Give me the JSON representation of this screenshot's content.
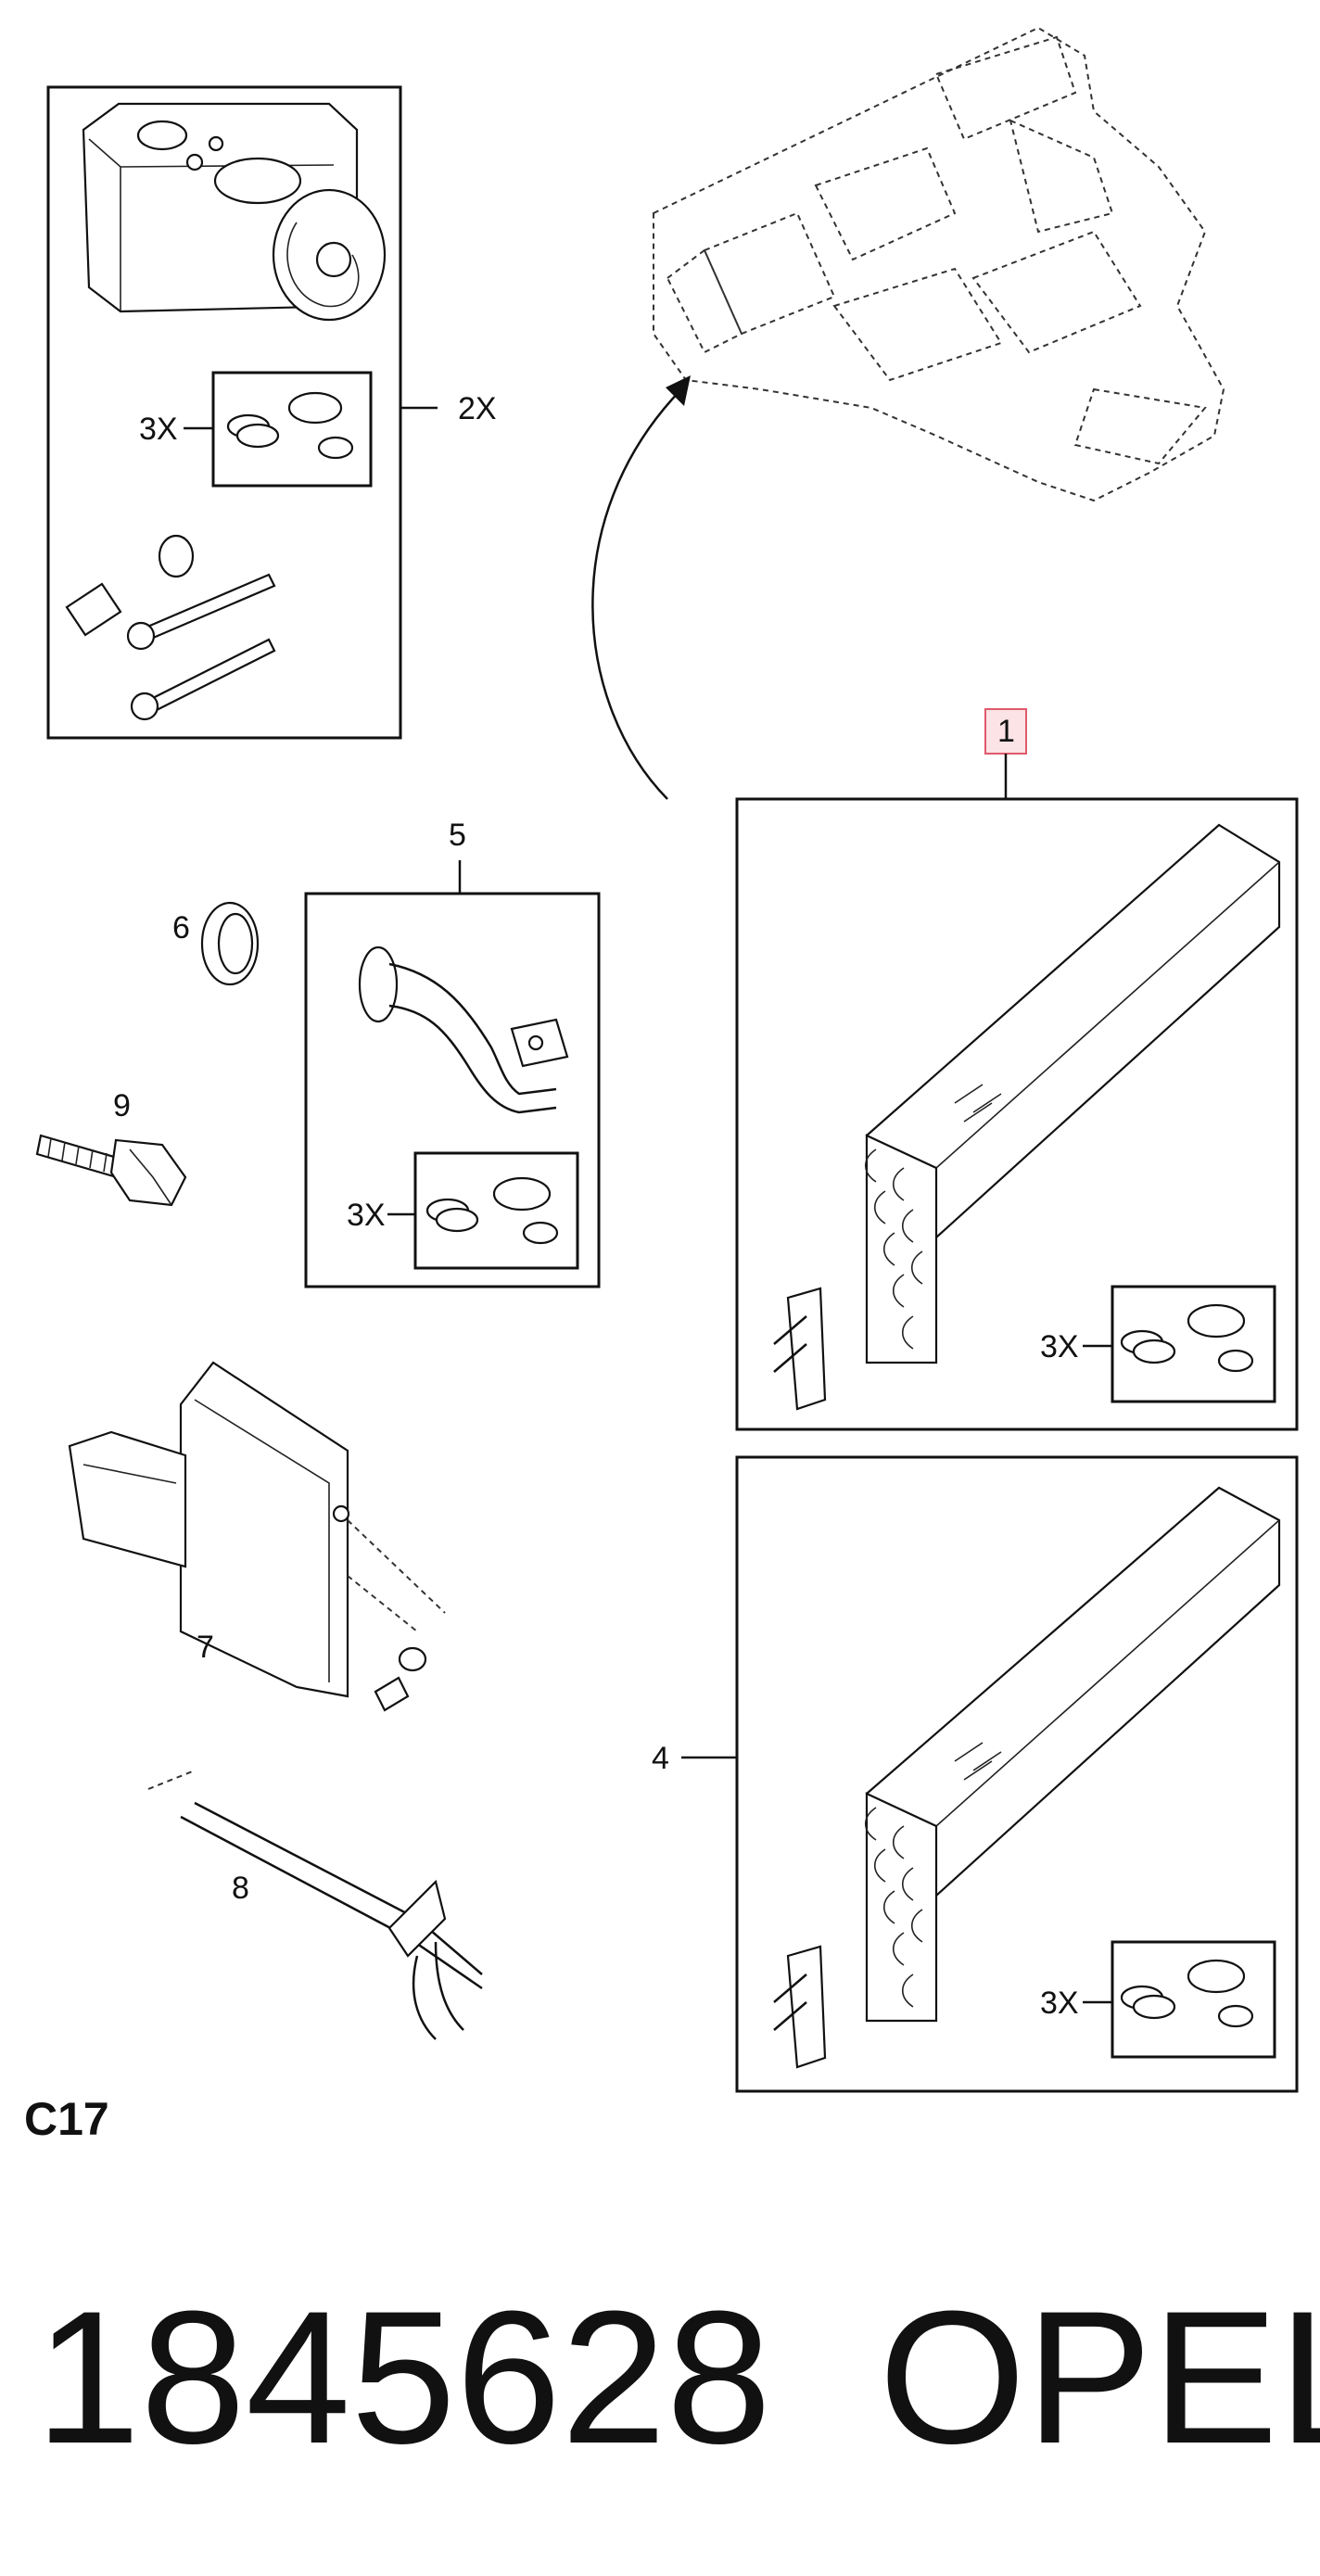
{
  "sheet_code": "C17",
  "part_number": "1845628",
  "brand": "OPEL",
  "callouts": {
    "c1": "1",
    "c2": "2X",
    "c3": "3X",
    "c4": "4",
    "c5": "5",
    "c6": "6",
    "c7": "7",
    "c8": "8",
    "c9": "9"
  },
  "highlight_color": "#e05a6a"
}
